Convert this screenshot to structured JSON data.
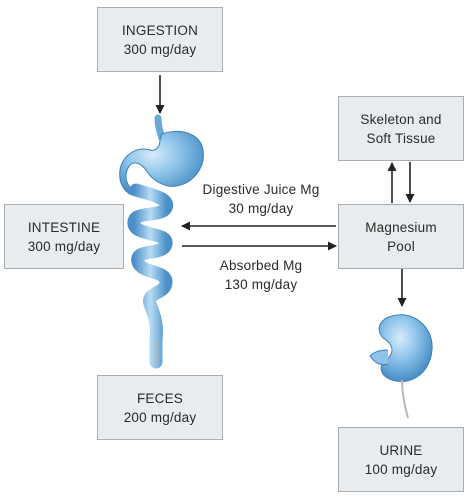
{
  "boxes": {
    "ingestion": {
      "title": "INGESTION",
      "value": "300 mg/day"
    },
    "intestine": {
      "title": "INTESTINE",
      "value": "300 mg/day"
    },
    "feces": {
      "title": "FECES",
      "value": "200 mg/day"
    },
    "skeleton": {
      "line1": "Skeleton and",
      "line2": "Soft Tissue"
    },
    "pool": {
      "line1": "Magnesium",
      "line2": "Pool"
    },
    "urine": {
      "title": "URINE",
      "value": "100 mg/day"
    }
  },
  "flows": {
    "digestive": {
      "line1": "Digestive Juice Mg",
      "line2": "30 mg/day"
    },
    "absorbed": {
      "line1": "Absorbed Mg",
      "line2": "130 mg/day"
    }
  },
  "colors": {
    "box_fill": "#e9ecee",
    "box_border": "#a9aeb2",
    "organ_blue": "#7fb8e0",
    "arrow": "#222222"
  }
}
